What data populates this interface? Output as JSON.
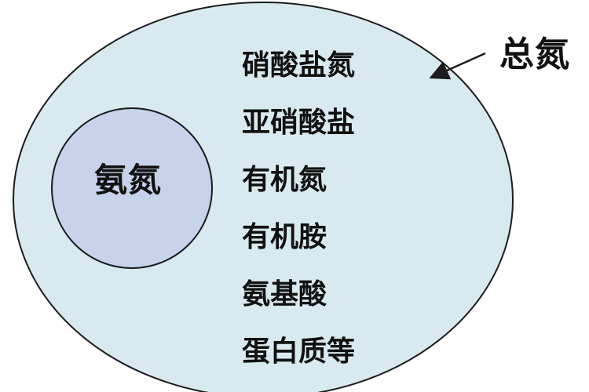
{
  "diagram": {
    "outer_title": "总氮",
    "inner_label": "氨氮",
    "items": [
      "硝酸盐氮",
      "亚硝酸盐",
      "有机氮",
      "有机胺",
      "氨基酸",
      "蛋白质等"
    ],
    "colors": {
      "outer_fill": "#d8eaf0",
      "inner_fill": "#c7d3ea",
      "stroke": "#1c1c1c",
      "text": "#111111"
    }
  }
}
